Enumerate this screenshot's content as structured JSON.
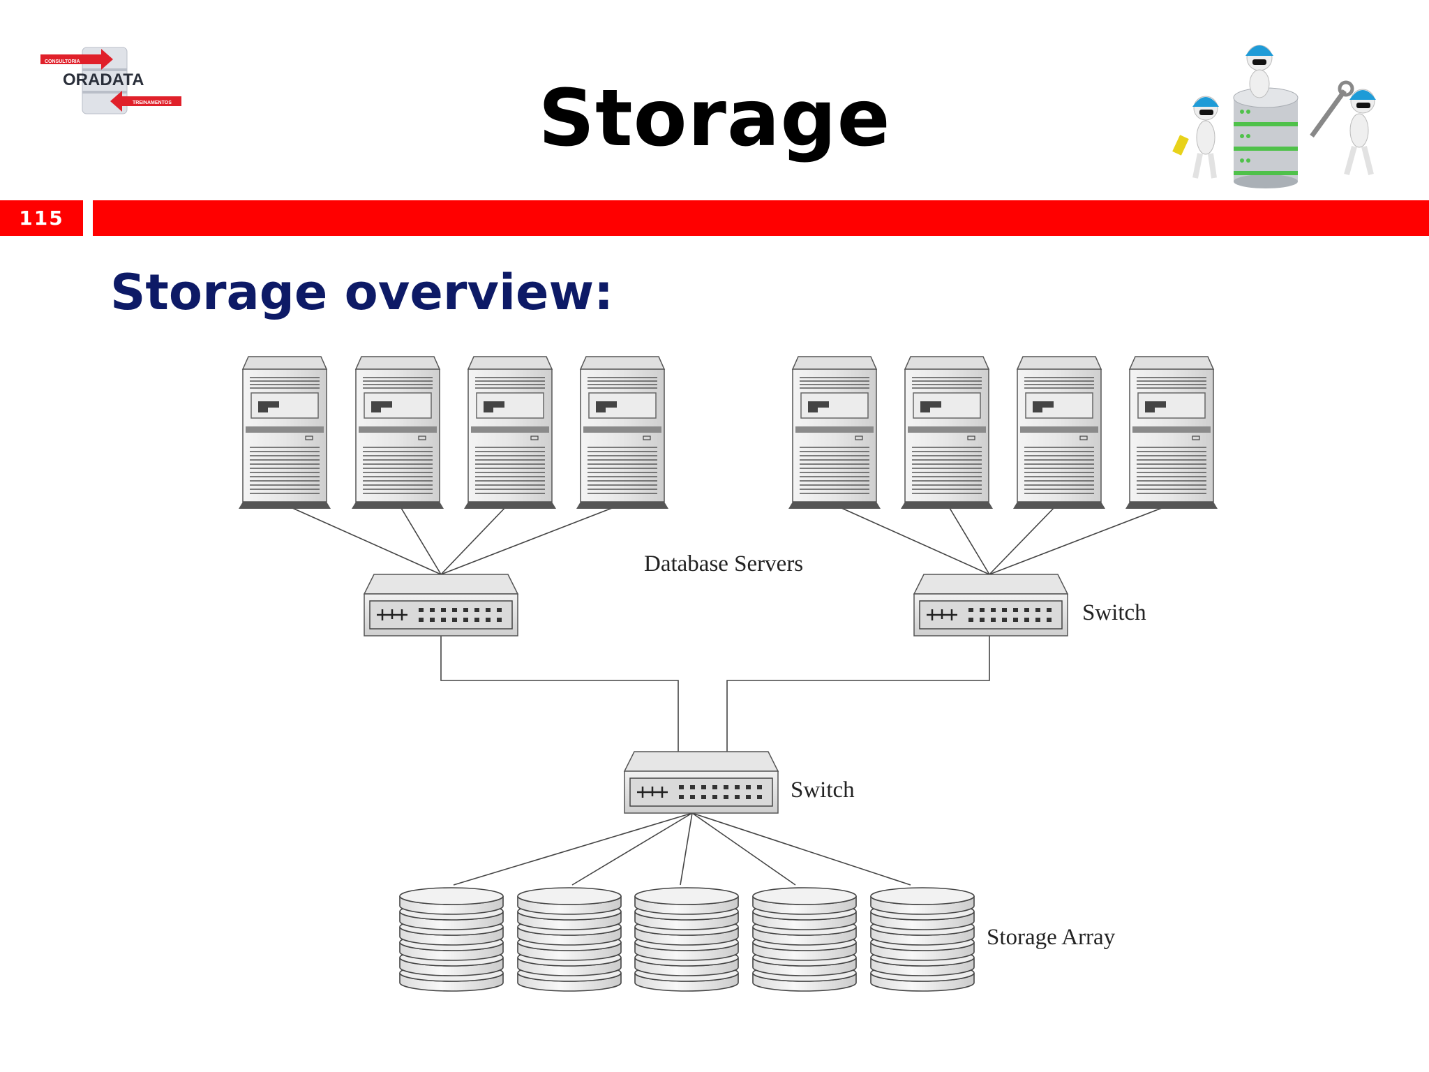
{
  "slide": {
    "title": "Storage",
    "number": "115",
    "subtitle": "Storage overview:"
  },
  "logo": {
    "name": "ORADATA",
    "top_tag": "CONSULTORIA",
    "bottom_tag": "TREINAMENTOS"
  },
  "diagram": {
    "labels": {
      "database_servers": "Database Servers",
      "switch_right": "Switch",
      "switch_center": "Switch",
      "storage_array": "Storage Array"
    },
    "server_count": 8,
    "disk_stack_count": 5
  },
  "colors": {
    "accent_red": "#ff0000",
    "subtitle_navy": "#0d1a66"
  },
  "icons": {
    "logo": "oradata-logo",
    "illustration": "workers-database-icon",
    "server": "server-tower-icon",
    "switch": "network-switch-icon",
    "disk": "disk-stack-icon"
  }
}
